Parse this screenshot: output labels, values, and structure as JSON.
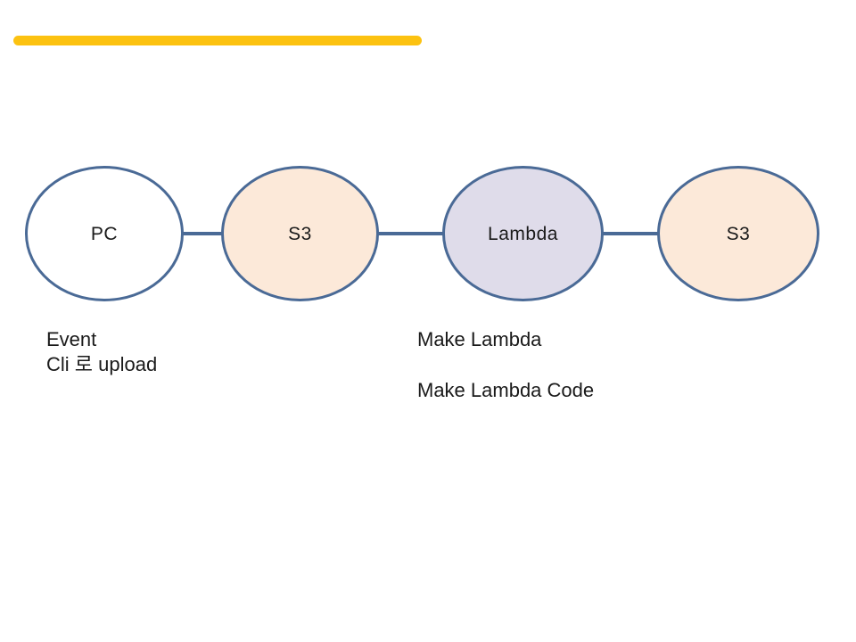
{
  "slide": {
    "background_color": "#ffffff",
    "accent_bar_color": "#fcc211",
    "text_color": "#1a1a1a"
  },
  "diagram": {
    "stroke_color": "#4a6a96",
    "nodes": [
      {
        "id": "pc",
        "label": "PC",
        "fill": "#ffffff"
      },
      {
        "id": "s3-source",
        "label": "S3",
        "fill": "#fce9d9"
      },
      {
        "id": "lambda",
        "label": "Lambda",
        "fill": "#dfdcea"
      },
      {
        "id": "s3-dest",
        "label": "S3",
        "fill": "#fce9d9"
      }
    ],
    "connector_count": 3
  },
  "notes": {
    "pc_line1": "Event",
    "pc_line2": "Cli 로 upload",
    "lambda_line1": "Make Lambda",
    "lambda_line2": "Make Lambda Code"
  }
}
